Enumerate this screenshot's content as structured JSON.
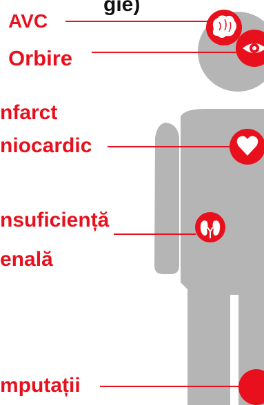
{
  "colors": {
    "accent": "#e8101c",
    "silhouette": "#b5b5b5",
    "text_dark": "#111111"
  },
  "top_caption_fragment": "gie)",
  "complications": [
    {
      "label": "AVC",
      "icon": "brain-icon"
    },
    {
      "label": "Orbire",
      "icon": "eye-icon"
    },
    {
      "label_lines": [
        "nfarct",
        "niocardic"
      ],
      "icon": "heart-icon"
    },
    {
      "label_lines": [
        "nsuficiență",
        "enală"
      ],
      "icon": "kidneys-icon"
    },
    {
      "label": "mputații",
      "icon": "foot-amputation-icon"
    }
  ]
}
